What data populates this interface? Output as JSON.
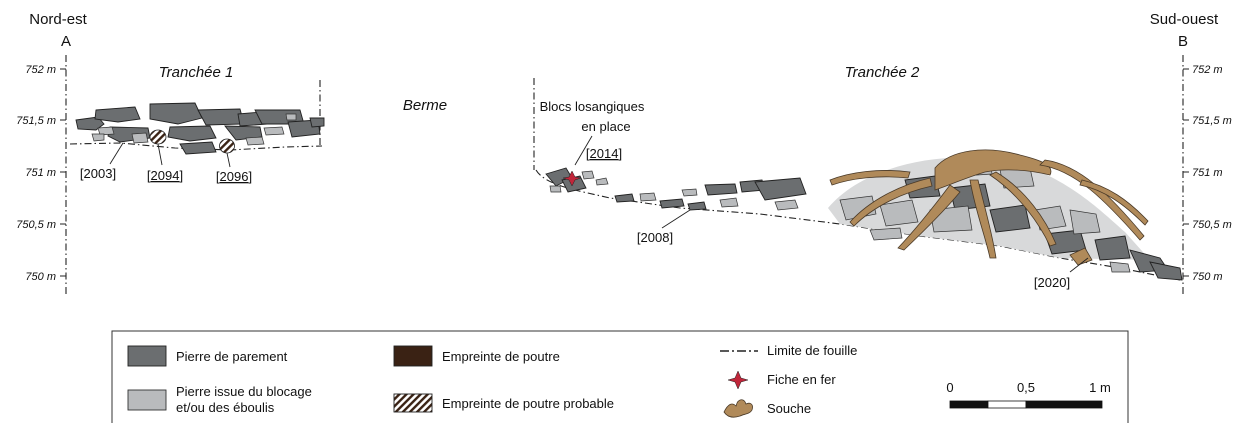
{
  "ends": {
    "left_direction": "Nord-est",
    "left_point": "A",
    "right_direction": "Sud-ouest",
    "right_point": "B"
  },
  "elevations": [
    "752 m",
    "751,5 m",
    "751 m",
    "750,5 m",
    "750 m"
  ],
  "trenches": {
    "t1": "Tranchée 1",
    "berme": "Berme",
    "t2": "Tranchée 2"
  },
  "labels": {
    "blocs_line1": "Blocs losangiques",
    "blocs_line2": "en place",
    "u2014": "[2014]",
    "u2003": "[2003]",
    "u2094": "[2094]",
    "u2096": "[2096]",
    "u2008": "[2008]",
    "u2020": "[2020]"
  },
  "legend": {
    "parement": "Pierre de parement",
    "blocage_line1": "Pierre issue du blocage",
    "blocage_line2": "et/ou des éboulis",
    "poutre": "Empreinte de poutre",
    "poutre_probable": "Empreinte de poutre probable",
    "limite": "Limite de fouille",
    "fiche": "Fiche en fer",
    "souche": "Souche"
  },
  "scale_bar": {
    "labels": [
      "0",
      "0,5",
      "1 m"
    ]
  },
  "colors": {
    "parement": "#6b6e70",
    "blocage": "#b9bbbd",
    "poutre": "#3a2214",
    "souche": "#b08a5a",
    "fiche": "#c0263a"
  }
}
